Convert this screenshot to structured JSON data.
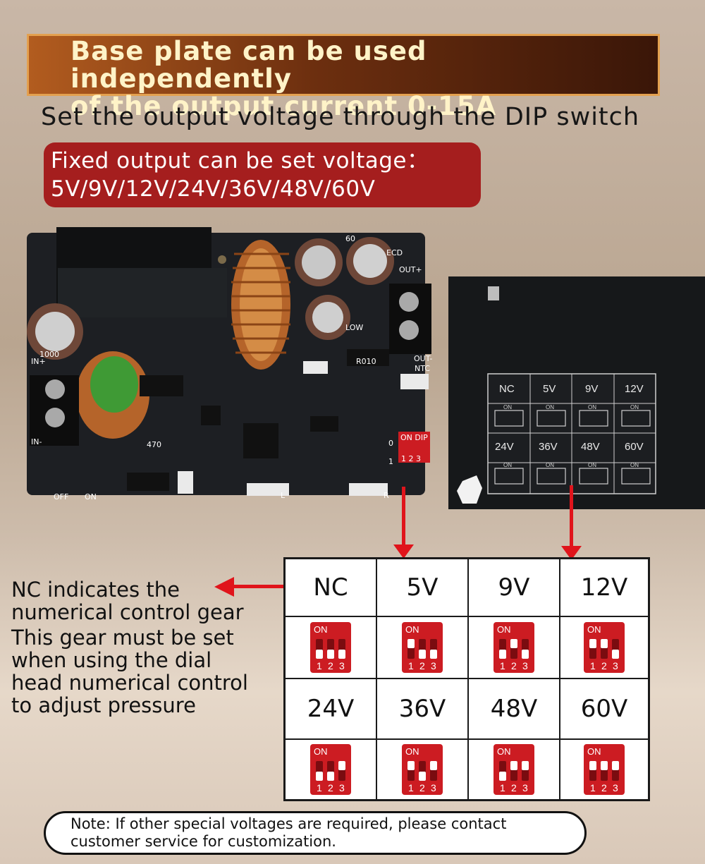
{
  "banner": {
    "line1": "Base plate can be used independently",
    "line2": "of the output current 0-15A"
  },
  "subtitle": "Set the output voltage through the DIP switch",
  "fixed": {
    "line1": "Fixed output can be set voltage：",
    "line2": "5V/9V/12V/24V/36V/48V/60V"
  },
  "board": {
    "labels": {
      "in_plus": "IN+",
      "in_minus": "IN-",
      "out_plus": "OUT+",
      "out_minus": "OUT-",
      "ntc": "NTC",
      "off": "OFF",
      "on": "ON",
      "l": "L",
      "r": "R",
      "r010": "R010",
      "cap_470": "470",
      "on_dip": "ON DIP",
      "dip_nums": "1 2 3",
      "zero": "0",
      "one": "1",
      "cap_1000": "1000",
      "cap_low": "LOW",
      "ecd": "ECD",
      "sixty": "60"
    }
  },
  "back_table": {
    "labels": [
      "NC",
      "5V",
      "9V",
      "12V",
      "24V",
      "36V",
      "48V",
      "60V"
    ],
    "on": "ON"
  },
  "nc_note": {
    "line1": "NC indicates the",
    "line2": "numerical control gear",
    "line3": "This gear must be set",
    "line4": "when using the dial",
    "line5": "head numerical control",
    "line6": "to adjust pressure"
  },
  "dip_table": {
    "on_label": "ON",
    "nums": [
      "1",
      "2",
      "3"
    ],
    "cells": [
      {
        "label": "NC",
        "switches": [
          "down",
          "down",
          "down"
        ]
      },
      {
        "label": "5V",
        "switches": [
          "up",
          "down",
          "down"
        ]
      },
      {
        "label": "9V",
        "switches": [
          "down",
          "up",
          "down"
        ]
      },
      {
        "label": "12V",
        "switches": [
          "up",
          "up",
          "down"
        ]
      },
      {
        "label": "24V",
        "switches": [
          "down",
          "down",
          "up"
        ]
      },
      {
        "label": "36V",
        "switches": [
          "up",
          "down",
          "up"
        ]
      },
      {
        "label": "48V",
        "switches": [
          "down",
          "up",
          "up"
        ]
      },
      {
        "label": "60V",
        "switches": [
          "up",
          "up",
          "up"
        ]
      }
    ]
  },
  "note": {
    "line1": "Note: If other special voltages are required, please contact",
    "line2": "customer service for customization."
  },
  "colors": {
    "accent_red": "#e0141b",
    "dip_red": "#cc1c22",
    "banner_border": "#e3a04f"
  }
}
